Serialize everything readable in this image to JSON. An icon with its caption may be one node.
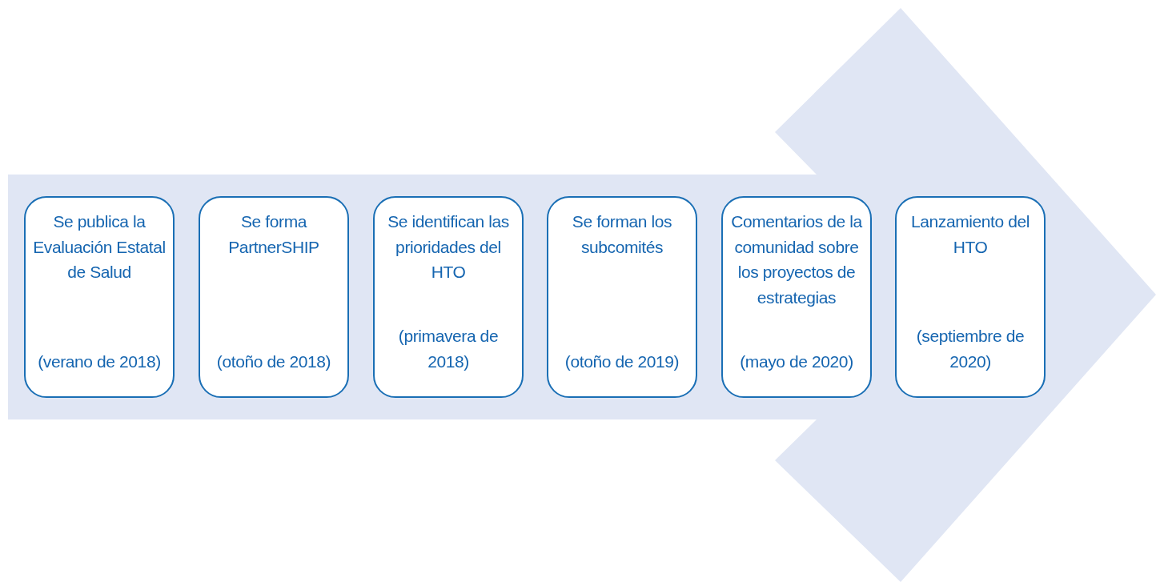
{
  "diagram": {
    "nodes": [
      {
        "text": [],
        "shape": "arrow"
      },
      {
        "text": [
          "Se publica la Evaluación Estatal de Salud",
          "(verano de 2018)"
        ],
        "in": 0
      },
      {
        "text": [
          "Se forma PartnerSHIP",
          "(otoño de 2018)"
        ],
        "in": 0
      },
      {
        "text": [
          "Se identifican las prioridades del HTO",
          "(primavera de 2018)"
        ],
        "in": 0
      },
      {
        "text": [
          "Se forman los subcomités",
          "(otoño de 2019)"
        ],
        "in": 0
      },
      {
        "text": [
          "Comentarios de la comunidad sobre los proyectos de estrategias",
          "(mayo de 2020)"
        ],
        "in": 0
      },
      {
        "text": [
          "Lanzamiento del HTO",
          "(septiembre de 2020)"
        ],
        "in": 0
      }
    ],
    "edges": []
  }
}
